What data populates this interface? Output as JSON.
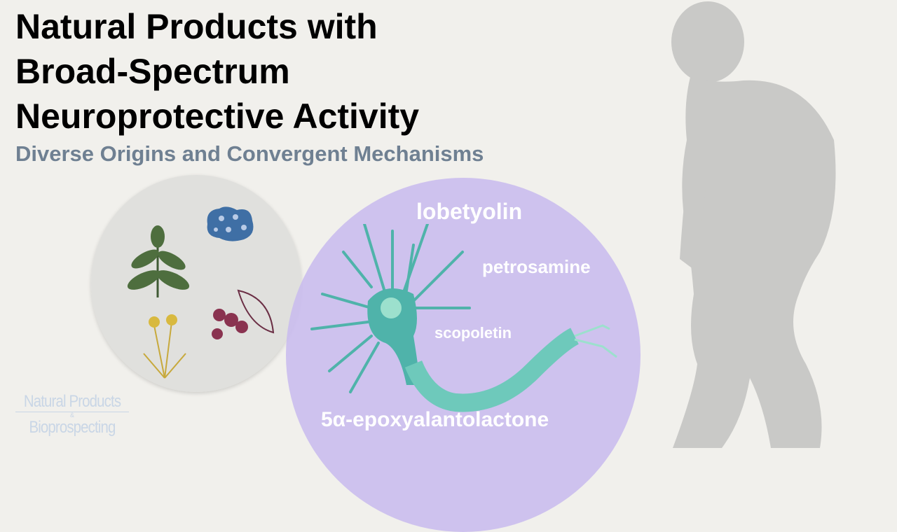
{
  "title_lines": [
    "Natural Products with",
    "Broad-Spectrum",
    "Neuroprotective Activity"
  ],
  "subtitle": "Diverse Origins and Convergent Mechanisms",
  "compounds": {
    "c1": "lobetyolin",
    "c2": "petrosamine",
    "c3": "scopoletin",
    "c4": "5α-epoxyalantolactone"
  },
  "logo": {
    "line1": "Natural Products",
    "amp": "&",
    "line2": "Bioprospecting"
  },
  "colors": {
    "purple": "#c8baee",
    "neuron": "#4fb3aa",
    "subtitle": "#6f8092",
    "silhouette": "#c9c9c7"
  },
  "icons": [
    "plant-icon",
    "sponge-icon",
    "dandelion-icon",
    "berry-plant-icon",
    "neuron-icon",
    "person-silhouette"
  ]
}
